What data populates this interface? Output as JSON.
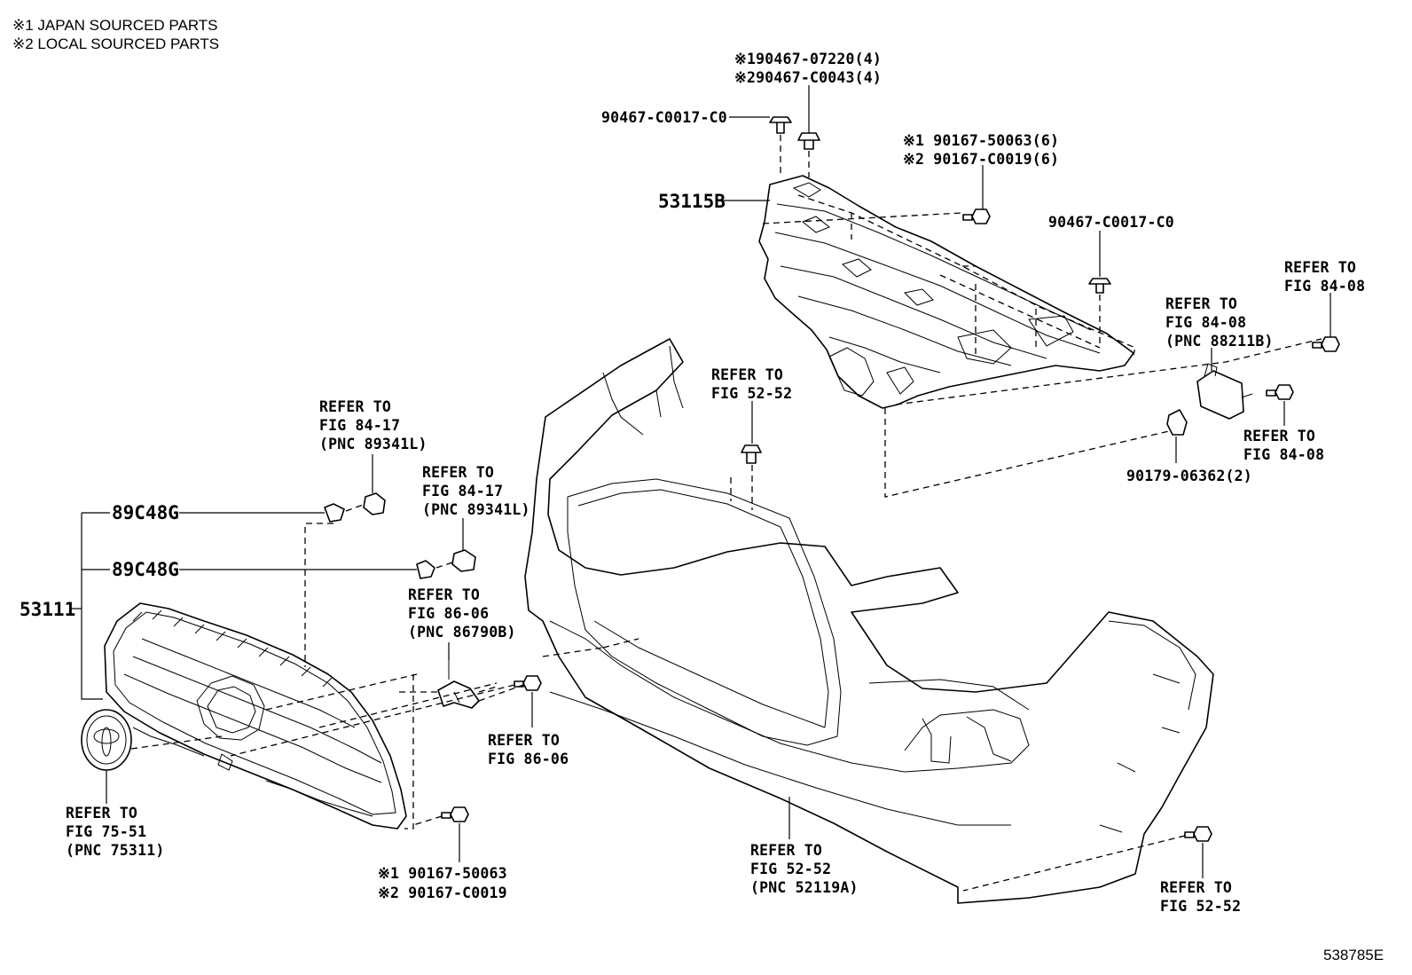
{
  "legend": {
    "note1": "※1 JAPAN SOURCED PARTS",
    "note2": "※2 LOCAL SOURCED PARTS"
  },
  "diagram_id": "538785E",
  "labels": {
    "clip_top_jp": "※190467-07220(4)",
    "clip_top_local": "※290467-C0043(4)",
    "clip_c0017_left": "90467-C0017-C0",
    "screw_50063_6": "※1 90167-50063(6)",
    "screw_c0019_6": "※2 90167-C0019(6)",
    "part_53115b": "53115B",
    "clip_c0017_right": "90467-C0017-C0",
    "ref_84_08_top_1": "REFER TO",
    "ref_84_08_top_2": "FIG 84-08",
    "ref_88211b_1": "REFER TO",
    "ref_88211b_2": "FIG 84-08",
    "ref_88211b_3": "(PNC 88211B)",
    "ref_84_08_right_1": "REFER TO",
    "ref_84_08_right_2": "FIG 84-08",
    "clip_06362": "90179-06362(2)",
    "ref_52_52_mid_1": "REFER TO",
    "ref_52_52_mid_2": "FIG 52-52",
    "ref_89341l_a_1": "REFER TO",
    "ref_89341l_a_2": "FIG 84-17",
    "ref_89341l_a_3": "(PNC 89341L)",
    "ref_89341l_b_1": "REFER TO",
    "ref_89341l_b_2": "FIG 84-17",
    "ref_89341l_b_3": "(PNC 89341L)",
    "part_89c48g_a": "89C48G",
    "part_89c48g_b": "89C48G",
    "part_53111": "53111",
    "ref_86790b_1": "REFER TO",
    "ref_86790b_2": "FIG 86-06",
    "ref_86790b_3": "(PNC 86790B)",
    "ref_86_06_1": "REFER TO",
    "ref_86_06_2": "FIG 86-06",
    "ref_75311_1": "REFER TO",
    "ref_75311_2": "FIG 75-51",
    "ref_75311_3": "(PNC 75311)",
    "screw_50063": "※1 90167-50063",
    "screw_c0019": "※2 90167-C0019",
    "ref_52119a_1": "REFER TO",
    "ref_52119a_2": "FIG 52-52",
    "ref_52119a_3": "(PNC 52119A)",
    "ref_52_52_bottom_1": "REFER TO",
    "ref_52_52_bottom_2": "FIG 52-52"
  }
}
